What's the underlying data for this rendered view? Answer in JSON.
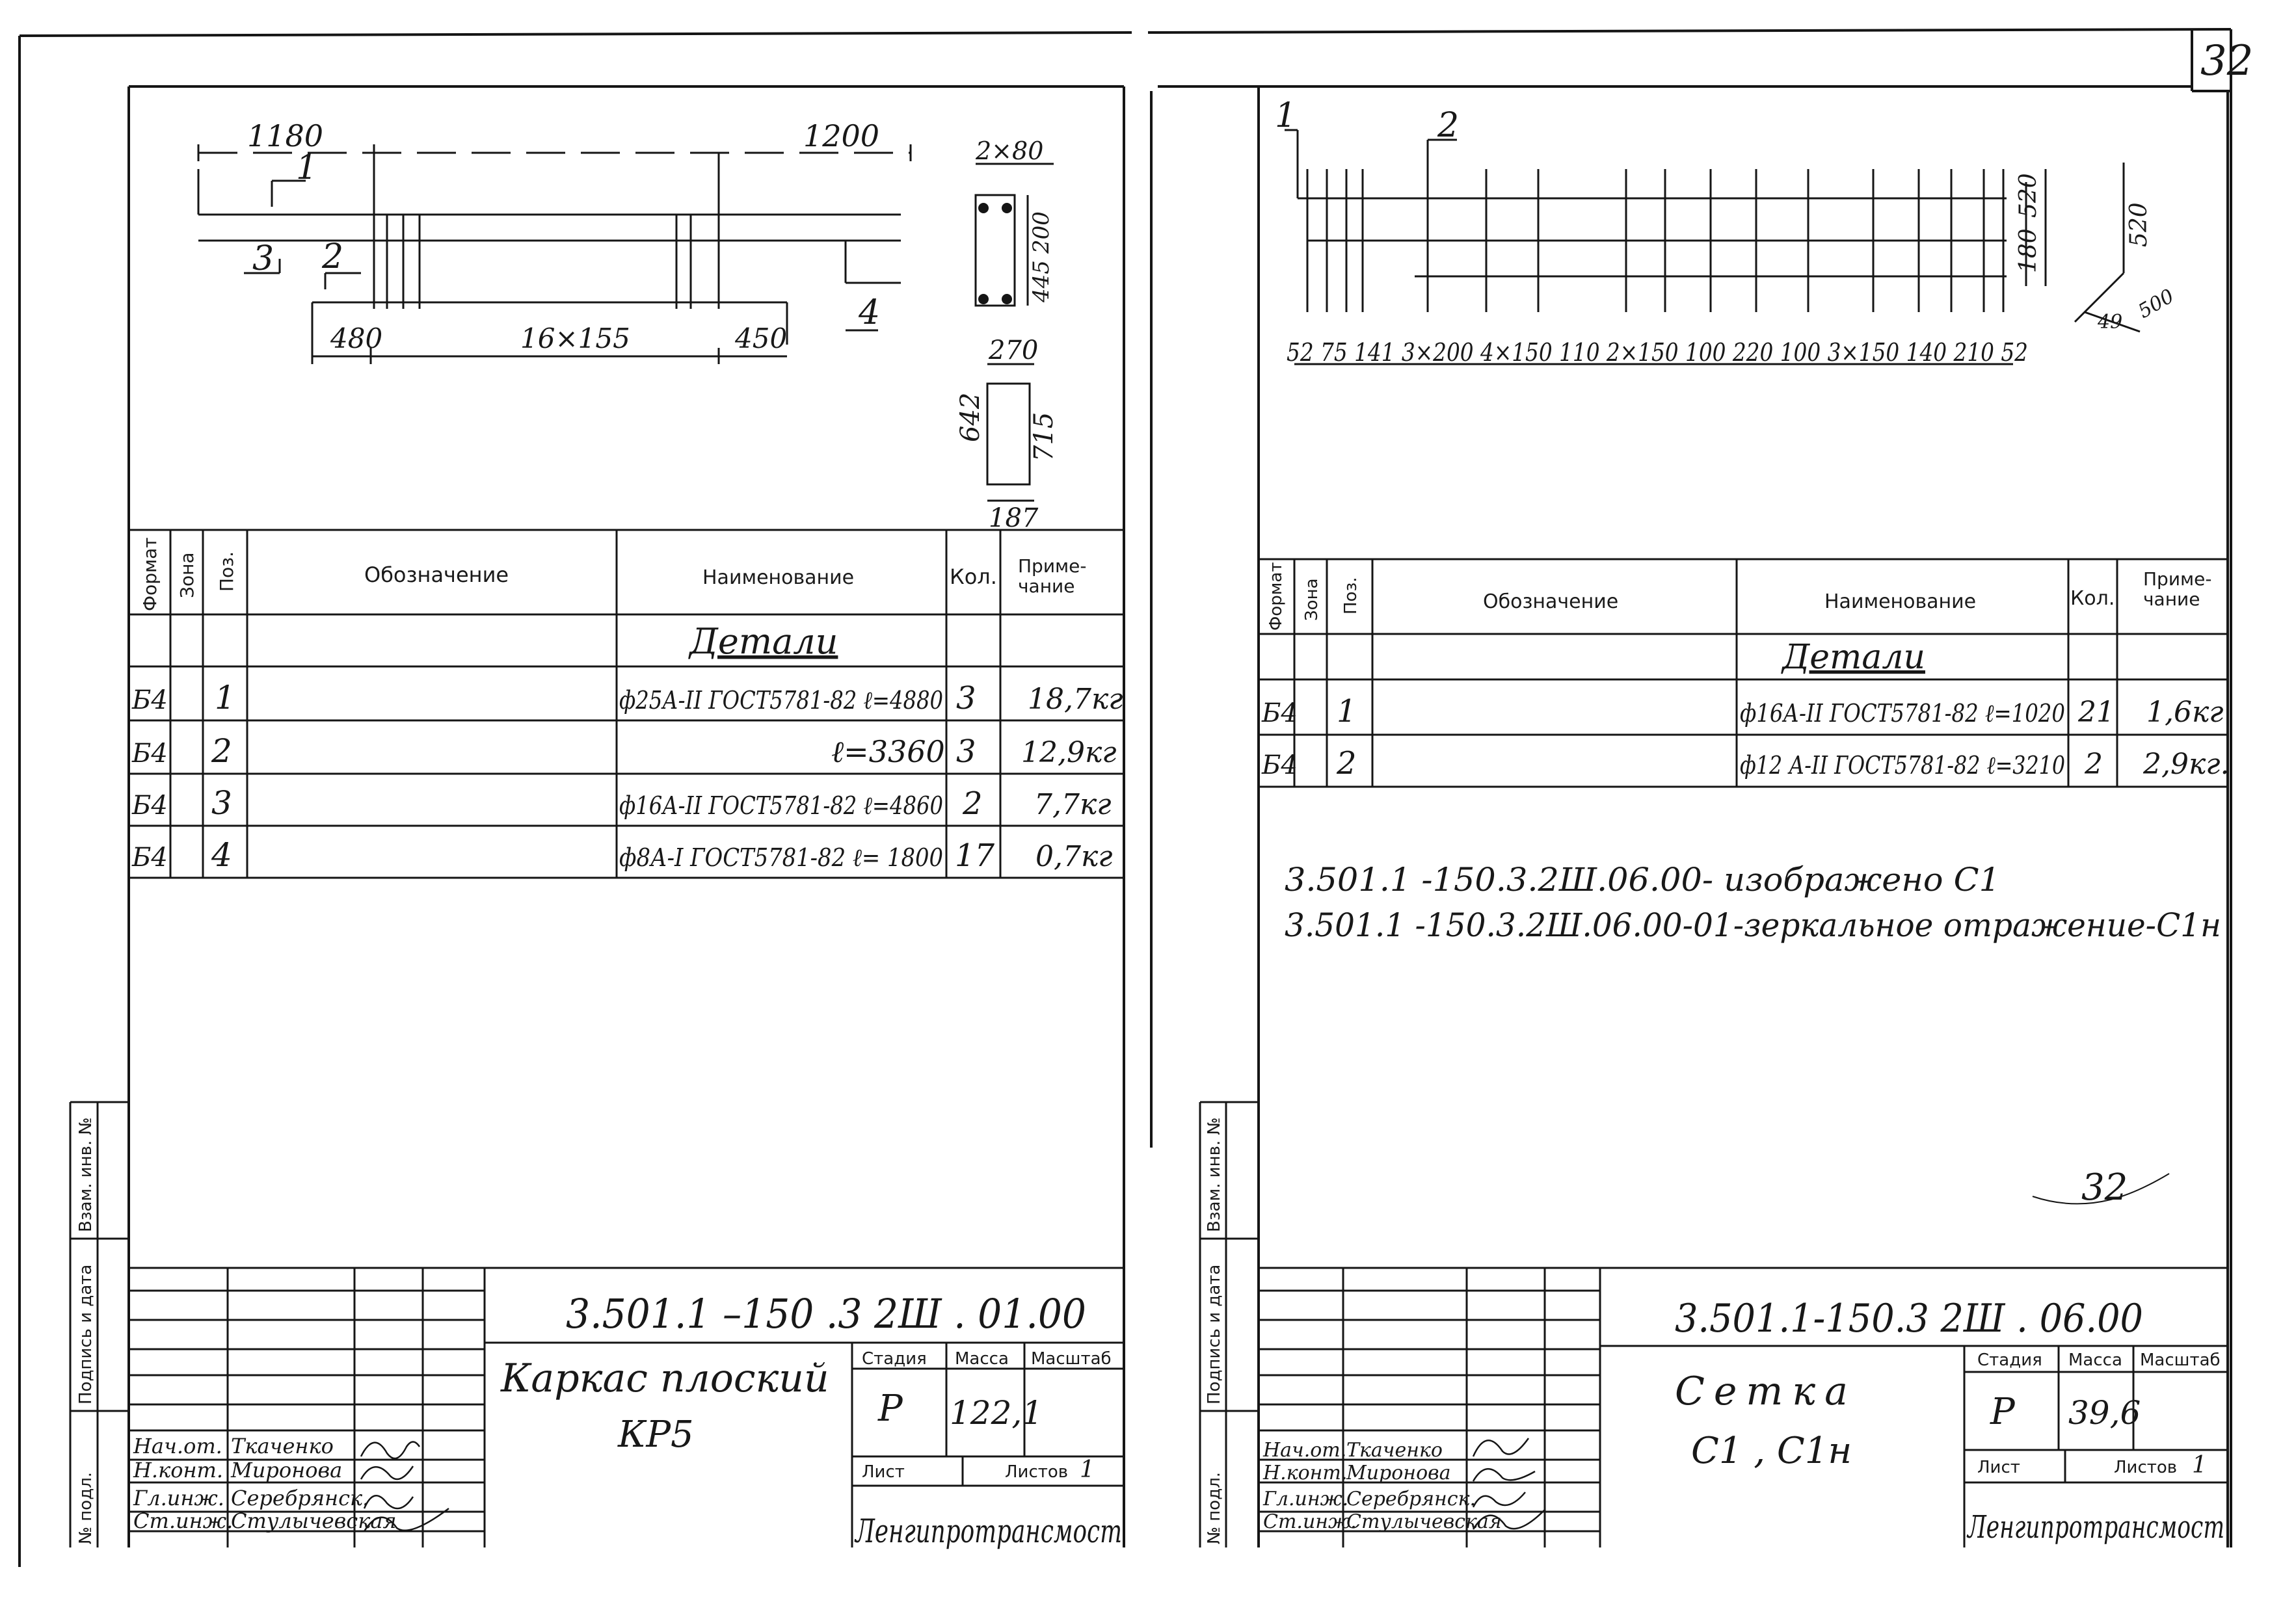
{
  "page_number": "32",
  "corner_mark": "32",
  "left_sheet": {
    "drawing": {
      "dim_top_left": "1180",
      "dim_top_right": "1200",
      "dim_bottom": [
        "480",
        "16×155",
        "450"
      ],
      "pos_marks": [
        "1",
        "2",
        "3",
        "4"
      ],
      "section1": {
        "width": "2×80",
        "h1": "200",
        "h2": "445"
      },
      "section2": {
        "top": "270",
        "left": "642",
        "right": "715",
        "bottom": "187"
      }
    },
    "spec": {
      "headers": {
        "format": "Формат",
        "zone": "Зона",
        "pos": "Поз.",
        "designation": "Обозначение",
        "name": "Наименование",
        "qty": "Кол.",
        "note": "Приме-\nчание"
      },
      "section_title": "Детали",
      "rows": [
        {
          "format": "Б4",
          "pos": "1",
          "name": "ф25А-II ГОСТ5781-82 ℓ=4880",
          "qty": "3",
          "note": "18,7кг"
        },
        {
          "format": "Б4",
          "pos": "2",
          "name": "ℓ=3360",
          "qty": "3",
          "note": "12,9кг"
        },
        {
          "format": "Б4",
          "pos": "3",
          "name": "ф16А-II ГОСТ5781-82 ℓ=4860",
          "qty": "2",
          "note": "7,7кг"
        },
        {
          "format": "Б4",
          "pos": "4",
          "name": "ф8А-I ГОСТ5781-82 ℓ= 1800",
          "qty": "17",
          "note": "0,7кг"
        }
      ]
    },
    "side_stamp": [
      "Взам. инв. №",
      "Подпись и дата",
      "№ подл."
    ],
    "title_block": {
      "code": "3.501.1 –150 .3 2Ш . 01.00",
      "title_line1": "Каркас плоский",
      "title_line2": "КР5",
      "stage_label": "Стадия",
      "mass_label": "Масса",
      "scale_label": "Масштаб",
      "stage": "Р",
      "mass": "122,1",
      "sheet_label": "Лист",
      "sheets_label": "Листов",
      "sheets": "1",
      "org": "Ленгипротрансмост",
      "people": [
        {
          "role": "Нач.от.",
          "name": "Ткаченко"
        },
        {
          "role": "Н.конт.",
          "name": "Миронова"
        },
        {
          "role": "Гл.инж.",
          "name": "Серебрянск."
        },
        {
          "role": "Ст.инж.",
          "name": "Стулычевская"
        }
      ]
    }
  },
  "right_sheet": {
    "drawing": {
      "pos_marks": [
        "1",
        "2"
      ],
      "dims_bottom": "52 75 141  3×200    4×150  110 2×150 100 220 100 3×150 140 210 52",
      "dim_right_top": "520",
      "dim_right_bottom": "180",
      "dim_far": "520",
      "hook_dims": [
        "49",
        "500"
      ]
    },
    "spec": {
      "headers": {
        "format": "Формат",
        "zone": "Зона",
        "pos": "Поз.",
        "designation": "Обозначение",
        "name": "Наименование",
        "qty": "Кол.",
        "note": "Приме-\nчание"
      },
      "section_title": "Детали",
      "rows": [
        {
          "format": "Б4",
          "pos": "1",
          "name": "ф16А-II ГОСТ5781-82 ℓ=1020",
          "qty": "21",
          "note": "1,6кг"
        },
        {
          "format": "Б4",
          "pos": "2",
          "name": "ф12 А-II ГОСТ5781-82 ℓ=3210",
          "qty": "2",
          "note": "2,9кг."
        }
      ]
    },
    "notes": [
      "3.501.1 -150.3.2Ш.06.00- изображено С1",
      "3.501.1 -150.3.2Ш.06.00-01-зеркальное отражение-С1н"
    ],
    "stamp_mark": "32",
    "side_stamp": [
      "Взам. инв. №",
      "Подпись и дата",
      "№ подл."
    ],
    "title_block": {
      "code": "3.501.1-150.3 2Ш . 06.00",
      "title_line1": "Сетка",
      "title_line2": "С1 , С1н",
      "stage_label": "Стадия",
      "mass_label": "Масса",
      "scale_label": "Масштаб",
      "stage": "Р",
      "mass": "39,6",
      "sheet_label": "Лист",
      "sheets_label": "Листов",
      "sheets": "1",
      "org": "Ленгипротрансмост",
      "people": [
        {
          "role": "Нач.от.",
          "name": "Ткаченко"
        },
        {
          "role": "Н.конт.",
          "name": "Миронова"
        },
        {
          "role": "Гл.инж.",
          "name": "Серебрянск."
        },
        {
          "role": "Ст.инж.",
          "name": "Стулычевская"
        }
      ]
    }
  }
}
